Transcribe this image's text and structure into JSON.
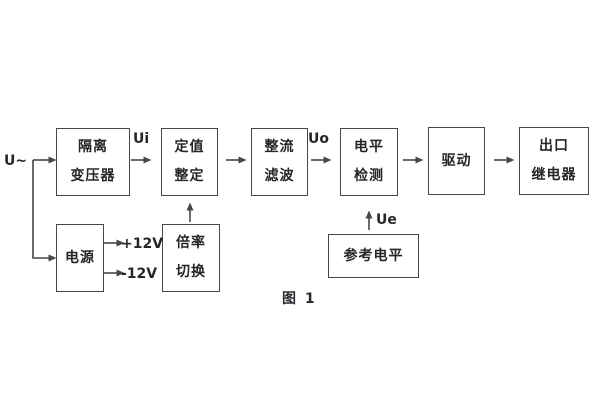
{
  "diagram": {
    "caption": "图 1",
    "colors": {
      "line": "#474747",
      "text": "#262626",
      "background": "#ffffff"
    },
    "blocks": {
      "isolation_transformer": {
        "line1": "隔离",
        "line2": "变压器"
      },
      "setpoint_adjust": {
        "line1": "定值",
        "line2": "整定"
      },
      "rectifier_filter": {
        "line1": "整流",
        "line2": "滤波"
      },
      "level_detection": {
        "line1": "电平",
        "line2": "检测"
      },
      "drive": {
        "line1": "驱动"
      },
      "output_relay": {
        "line1": "出口",
        "line2": "继电器"
      },
      "power_supply": {
        "line1": "电源"
      },
      "ratio_switch": {
        "line1": "倍率",
        "line2": "切换"
      },
      "reference_level": {
        "line1": "参考电平"
      }
    },
    "signal_labels": {
      "input": "U~",
      "ui": "Ui",
      "uo": "Uo",
      "ue": "Ue",
      "plus12v": "+12V",
      "minus12v": "-12V"
    }
  }
}
